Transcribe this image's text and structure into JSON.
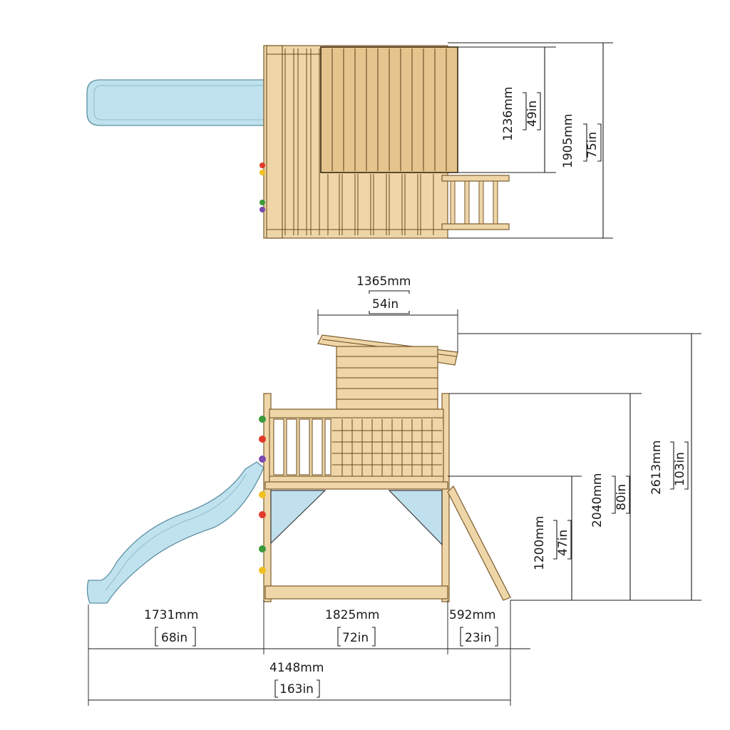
{
  "top_view": {
    "dim_platform_depth": {
      "mm": "1236mm",
      "in": "49in"
    },
    "dim_overall_depth": {
      "mm": "1905mm",
      "in": "75in"
    }
  },
  "side_view": {
    "dim_roof_width": {
      "mm": "1365mm",
      "in": "54in"
    },
    "dim_deck_height": {
      "mm": "1200mm",
      "in": "47in"
    },
    "dim_wall_height": {
      "mm": "2040mm",
      "in": "80in"
    },
    "dim_total_height": {
      "mm": "2613mm",
      "in": "103in"
    },
    "dim_slide_length": {
      "mm": "1731mm",
      "in": "68in"
    },
    "dim_tower_width": {
      "mm": "1825mm",
      "in": "72in"
    },
    "dim_ladder_length": {
      "mm": "592mm",
      "in": "23in"
    },
    "dim_overall_length": {
      "mm": "4148mm",
      "in": "163in"
    }
  },
  "colors": {
    "wood": "#efd6a8",
    "wood_outline": "#7a5a2c",
    "slide": "#bfe2ee",
    "panel": "#bfe0ec",
    "dimension_lines": "#1a1a1a"
  }
}
